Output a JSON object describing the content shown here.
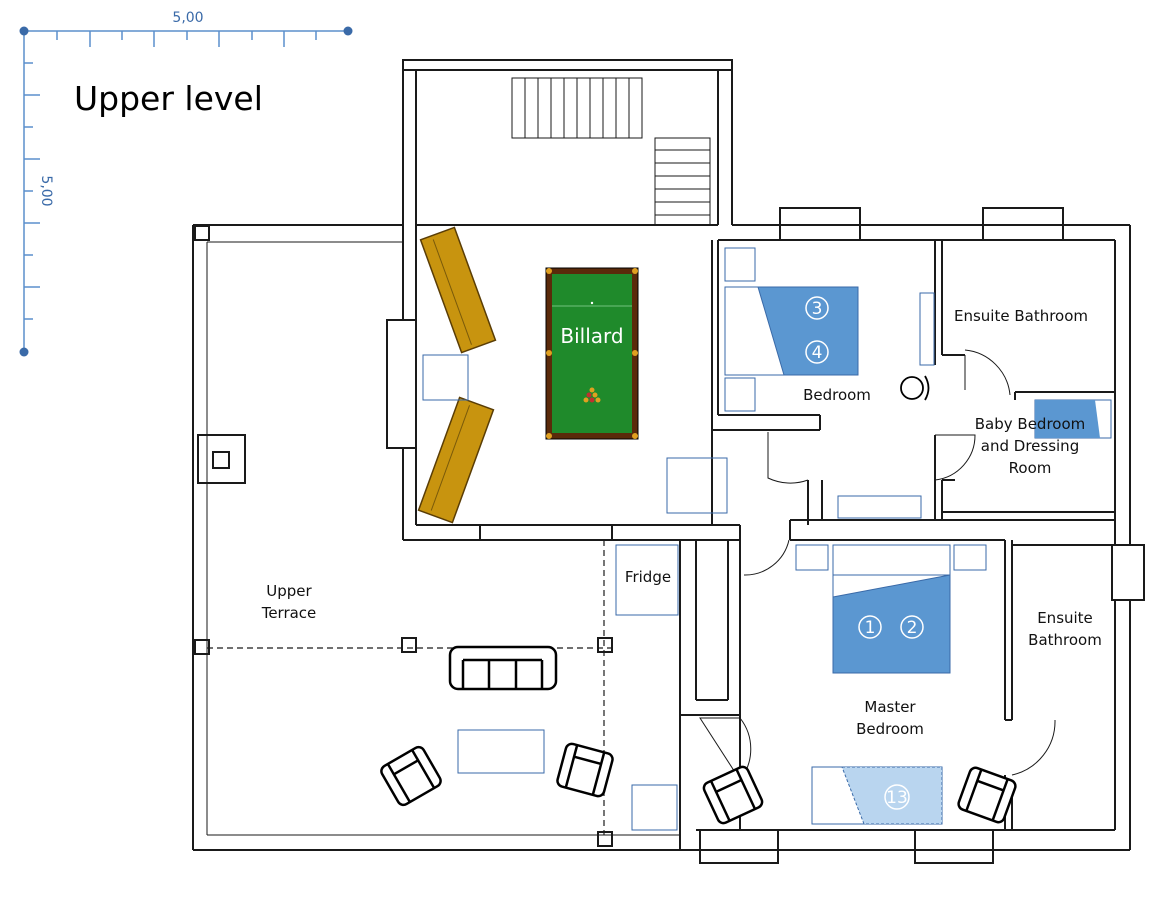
{
  "title": "Upper level",
  "ruler": {
    "horizontal_label": "5,00",
    "vertical_label": "5,00"
  },
  "rooms": {
    "billard": "Billard",
    "bedroom": "Bedroom",
    "ensuite_top": "Ensuite Bathroom",
    "baby_line1": "Baby Bedroom",
    "baby_line2": "and Dressing",
    "baby_line3": "Room",
    "fridge": "Fridge",
    "terrace_line1": "Upper",
    "terrace_line2": "Terrace",
    "ensuite_right_line1": "Ensuite",
    "ensuite_right_line2": "Bathroom",
    "master_line1": "Master",
    "master_line2": "Bedroom"
  },
  "beds": {
    "bed_3": "3",
    "bed_4": "4",
    "bed_1": "1",
    "bed_2": "2",
    "bed_13": "13"
  },
  "colors": {
    "wall": "#1a1a1a",
    "bed_blue": "#5b97d1",
    "bed_light_blue": "#b9d5ef",
    "sofa_gold": "#c8940f",
    "table_green": "#1f8a2b",
    "table_rail": "#5a2a0a",
    "ruler_blue": "#3a6aa8"
  }
}
